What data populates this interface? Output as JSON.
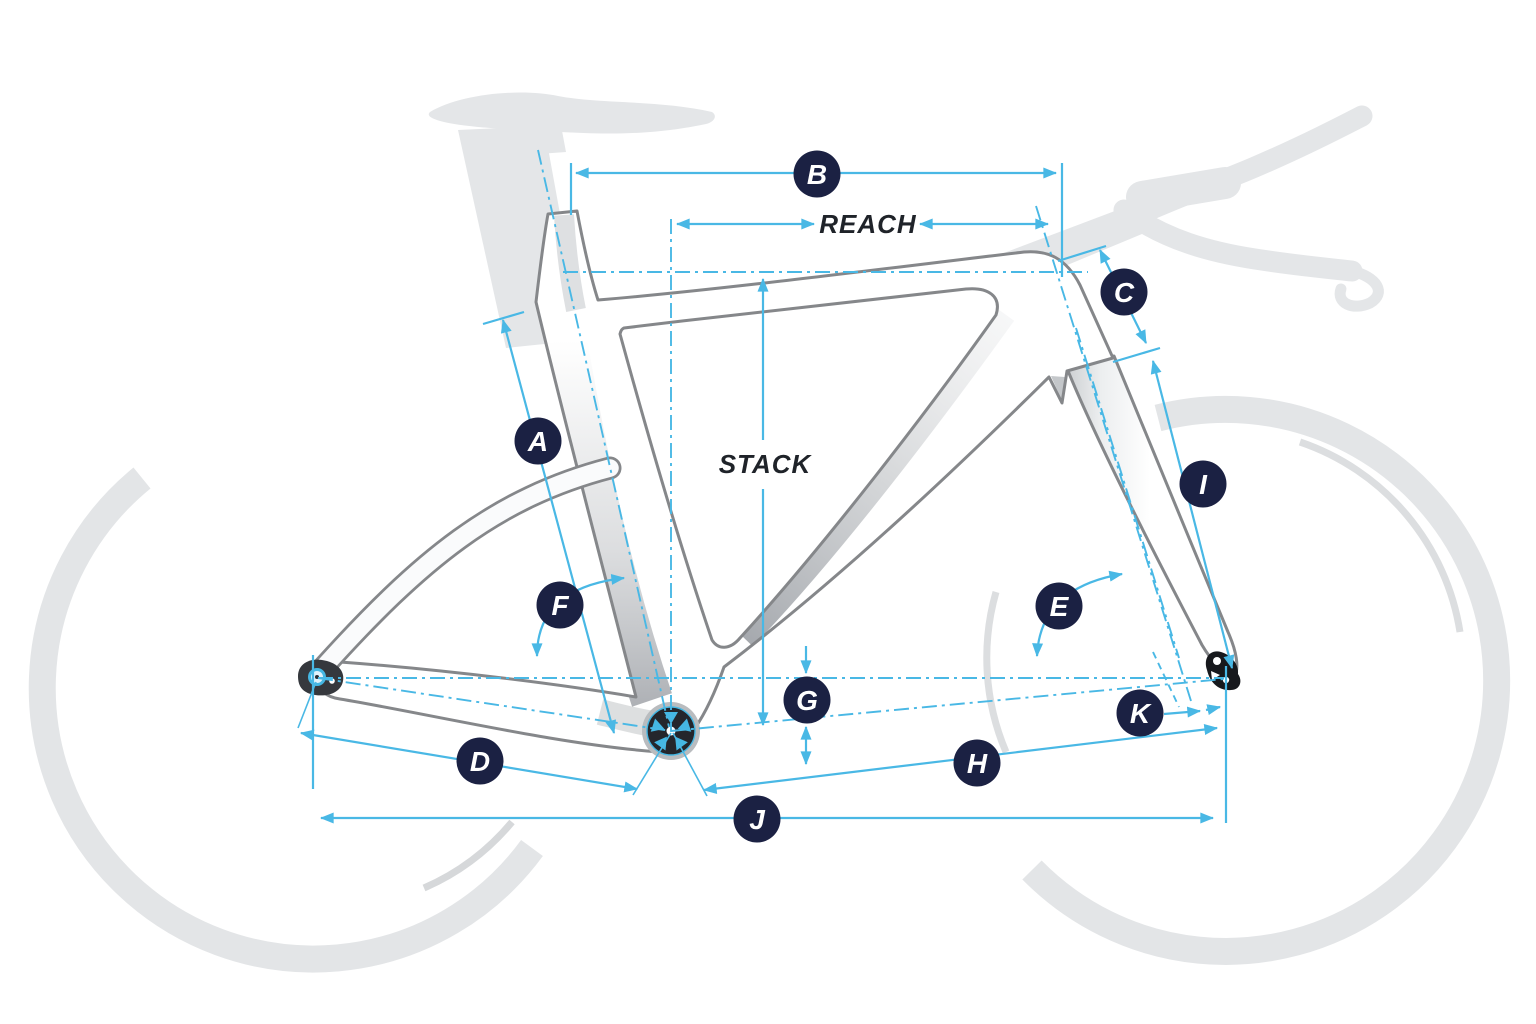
{
  "diagram": {
    "type": "bike-frame-geometry",
    "measurement_labels": {
      "A": "A",
      "B": "B",
      "C": "C",
      "D": "D",
      "E": "E",
      "F": "F",
      "G": "G",
      "H": "H",
      "I": "I",
      "J": "J",
      "K": "K"
    },
    "dimension_text_labels": {
      "reach": "REACH",
      "stack": "STACK"
    },
    "colors": {
      "dimension_line": "#49b8e5",
      "badge_fill": "#1b2143",
      "badge_text": "#ffffff",
      "frame_outline": "#85878a",
      "ghost_parts": "#e4e6e8",
      "label_text": "#1f2329",
      "background": "#ffffff"
    }
  }
}
